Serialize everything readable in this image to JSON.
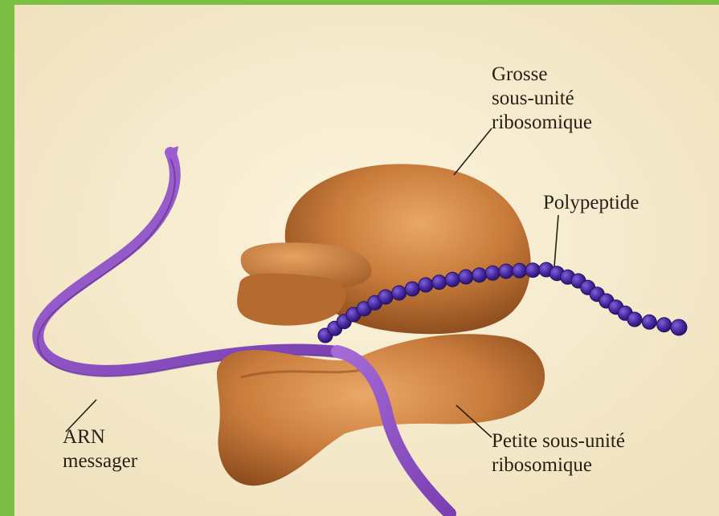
{
  "labels": {
    "large_subunit": [
      "Grosse",
      "sous-unité",
      "ribosomique"
    ],
    "polypeptide": "Polypeptide",
    "mrna": [
      "ARN",
      "messager"
    ],
    "small_subunit": [
      "Petite sous-unité",
      "ribosomique"
    ]
  },
  "colors": {
    "frame_green": "#7dbf45",
    "paper": "#f7eccf",
    "ribosome": "#c77b3b",
    "mrna_ribbon": "#8e4fc1",
    "polypeptide_bead": "#4b2aa6",
    "text": "#2a1f14"
  }
}
